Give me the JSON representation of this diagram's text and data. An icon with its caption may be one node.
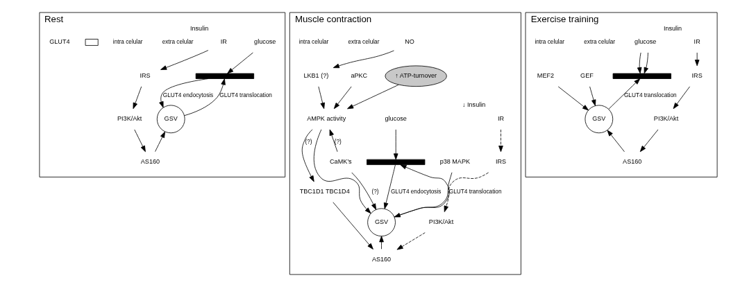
{
  "diagram": {
    "nodes": [
      {
        "text": [
          "Rest"
        ]
      },
      {
        "text": [
          "glucose"
        ],
        "in": 0
      },
      {
        "text": [],
        "shape": "bar",
        "in": 0
      },
      {
        "text": [
          "GSV"
        ],
        "in": 0
      },
      {
        "text": [
          "IR"
        ],
        "beside": [
          "Insulin"
        ],
        "in": 0
      },
      {
        "text": [
          "IRS"
        ],
        "in": 0
      },
      {
        "text": [
          "PI3K/Akt"
        ],
        "in": 0
      },
      {
        "text": [
          "AS160"
        ],
        "in": 0
      },
      {
        "text": [
          "Muscle contraction"
        ]
      },
      {
        "text": [
          "glucose"
        ],
        "in": 8
      },
      {
        "text": [],
        "shape": "bar",
        "in": 8
      },
      {
        "text": [
          "GSV"
        ],
        "in": 8
      },
      {
        "text": [
          "IR"
        ],
        "beside": [
          "↓ Insulin"
        ],
        "in": 8
      },
      {
        "text": [
          "IRS"
        ],
        "in": 8
      },
      {
        "text": [
          "PI3K/Akt"
        ],
        "in": 8
      },
      {
        "text": [
          "AS160"
        ],
        "in": 8
      },
      {
        "text": [
          "p38 MAPK"
        ],
        "in": 8
      },
      {
        "text": [
          "↑ ATP-turnover"
        ],
        "in": 8
      },
      {
        "text": [
          "aPKC"
        ],
        "in": 8
      },
      {
        "text": [
          "AMPK activity"
        ],
        "in": 8
      },
      {
        "text": [
          "LKB1 (?)"
        ],
        "in": 8
      },
      {
        "text": [
          "CaMK’s"
        ],
        "in": 8
      },
      {
        "text": [
          "NO"
        ],
        "in": 8
      },
      {
        "text": [
          "TBC1D1 TBC1D4"
        ],
        "in": 8
      },
      {
        "text": [
          "Exercise training"
        ]
      },
      {
        "text": [
          "glucose"
        ],
        "in": 24
      },
      {
        "text": [],
        "shape": "bar",
        "in": 24
      },
      {
        "text": [
          "GSV"
        ],
        "in": 24
      },
      {
        "text": [
          "IR"
        ],
        "beside": [
          "Insulin"
        ],
        "in": 24
      },
      {
        "text": [
          "IRS"
        ],
        "in": 24
      },
      {
        "text": [
          "PI3K/Akt"
        ],
        "in": 24
      },
      {
        "text": [
          "AS160"
        ],
        "in": 24
      },
      {
        "text": [
          "MEF2"
        ],
        "in": 24
      },
      {
        "text": [
          "GEF"
        ],
        "in": 24
      }
    ],
    "edges": [
      {
        "from": 1,
        "to": 2,
        "arrow": "to"
      },
      {
        "from": 3,
        "to": 2,
        "arrow": "to",
        "label": "GLUT4 translocation"
      },
      {
        "from": 2,
        "to": 3,
        "arrow": "to",
        "label": "GLUT4 endocytosis"
      },
      {
        "from": 4,
        "to": 5,
        "arrow": "to"
      },
      {
        "from": 5,
        "to": 6,
        "arrow": "to"
      },
      {
        "from": 6,
        "to": 7,
        "arrow": "to"
      },
      {
        "from": 7,
        "to": 3,
        "arrow": "to"
      },
      {
        "from": 9,
        "to": 10,
        "arrow": "to"
      },
      {
        "from": 11,
        "to": 10,
        "arrow": "to",
        "label": "GLUT4 translocation"
      },
      {
        "from": 10,
        "to": 11,
        "arrow": "to",
        "label": "GLUT4 endocytosis"
      },
      {
        "from": 12,
        "to": 13,
        "arrow": "to",
        "style": "dashed"
      },
      {
        "from": 13,
        "to": 14,
        "arrow": "to",
        "style": "dashed"
      },
      {
        "from": 14,
        "to": 15,
        "arrow": "to",
        "style": "dashed"
      },
      {
        "from": 15,
        "to": 11,
        "arrow": "to"
      },
      {
        "from": 16,
        "to": 11,
        "arrow": "to"
      },
      {
        "from": 17,
        "to": 19,
        "arrow": "to"
      },
      {
        "from": 18,
        "to": 19,
        "arrow": "to"
      },
      {
        "from": 20,
        "to": 19,
        "arrow": "to"
      },
      {
        "from": 22,
        "to": 20,
        "arrow": "to"
      },
      {
        "from": 19,
        "to": 11,
        "arrow": "to"
      },
      {
        "from": 21,
        "to": 11,
        "arrow": "to",
        "label": "(?)"
      },
      {
        "from": 21,
        "to": 19,
        "arrow": "to",
        "label": "(?)"
      },
      {
        "from": 19,
        "to": 23,
        "arrow": "to",
        "label": "(?)"
      },
      {
        "from": 23,
        "to": 15,
        "arrow": "to"
      },
      {
        "from": 25,
        "to": 26,
        "arrow": "to"
      },
      {
        "from": 25,
        "to": 26,
        "arrow": "to"
      },
      {
        "from": 27,
        "to": 26,
        "arrow": "to",
        "label": "GLUT4 translocation"
      },
      {
        "from": 28,
        "to": 29,
        "arrow": "to"
      },
      {
        "from": 29,
        "to": 30,
        "arrow": "to"
      },
      {
        "from": 30,
        "to": 31,
        "arrow": "to"
      },
      {
        "from": 31,
        "to": 27,
        "arrow": "to"
      },
      {
        "from": 32,
        "to": 27,
        "arrow": "to"
      },
      {
        "from": 33,
        "to": 27,
        "arrow": "to"
      }
    ],
    "labels": [
      "extra celular",
      "intra celular",
      "extra celular",
      "intra celular",
      "extra celular",
      "intra celular"
    ],
    "legend": [
      {
        "text": "GLUT4"
      }
    ]
  }
}
